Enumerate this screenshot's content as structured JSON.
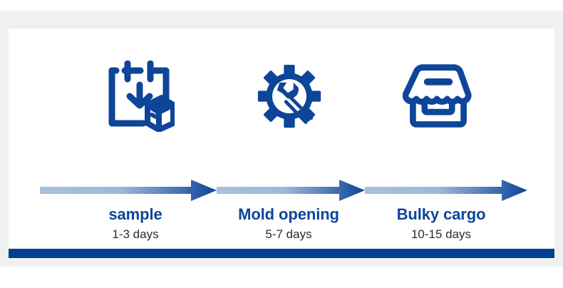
{
  "theme": {
    "brand_blue": "#023f92",
    "title_blue": "#0d4599",
    "arrow_light": "#a3bbdd",
    "arrow_dark": "#0d4599",
    "icon_blue": "#0d4599",
    "page_gray": "#eff0f0",
    "card_white": "#ffffff",
    "duration_text": "#2b2b2b"
  },
  "infographic": {
    "stages": [
      {
        "icon": "calendar-box-icon",
        "title": "sample",
        "duration": "1-3 days"
      },
      {
        "icon": "gear-wrench-icon",
        "title": "Mold opening",
        "duration": "5-7 days"
      },
      {
        "icon": "storefront-icon",
        "title": "Bulky cargo",
        "duration": "10-15 days"
      }
    ],
    "arrows": [
      {
        "name": "arrow-segment-1"
      },
      {
        "name": "arrow-segment-2"
      },
      {
        "name": "arrow-segment-3"
      }
    ]
  }
}
